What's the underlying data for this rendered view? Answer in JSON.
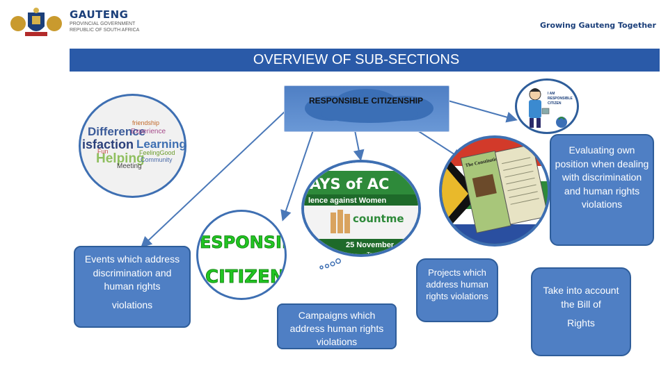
{
  "header": {
    "logo_name": "GAUTENG",
    "logo_sub1": "PROVINCIAL GOVERNMENT",
    "logo_sub2": "REPUBLIC OF SOUTH AFRICA",
    "slogan": "Growing Gauteng Together"
  },
  "title": "OVERVIEW OF SUB-SECTIONS",
  "center_node": "RESPONSIBLE CITIZENSHIP",
  "nodes": {
    "events": [
      "Events which address discrimination and human rights",
      "violations"
    ],
    "campaigns": "Campaigns which address human rights violations",
    "projects": "Projects which address human rights violations",
    "bill": [
      "Take into account the Bill of",
      "Rights"
    ],
    "evaluating": "Evaluating own position when dealing with discrimination and human rights violations"
  },
  "images": {
    "word_cloud": [
      "Difference",
      "isfaction",
      "Learning",
      "Helping",
      "Meeting",
      "friendship",
      "Experience",
      "Fun",
      "FeelingGood",
      "Community"
    ],
    "days_banner": [
      "AYS of AC",
      "lence against Women",
      "countme",
      "25 November -",
      "Together we"
    ],
    "book_title": "The Constitution",
    "citizens_text": [
      "ESPONSIBL",
      "CITIZENS"
    ],
    "cartoon_caption": [
      "I AM",
      "RESPONSIBLE",
      "CITIZEN"
    ]
  },
  "colors": {
    "accent": "#4f7fc4",
    "title_bar": "#2a5aa8",
    "brand": "#1b3f7a"
  }
}
